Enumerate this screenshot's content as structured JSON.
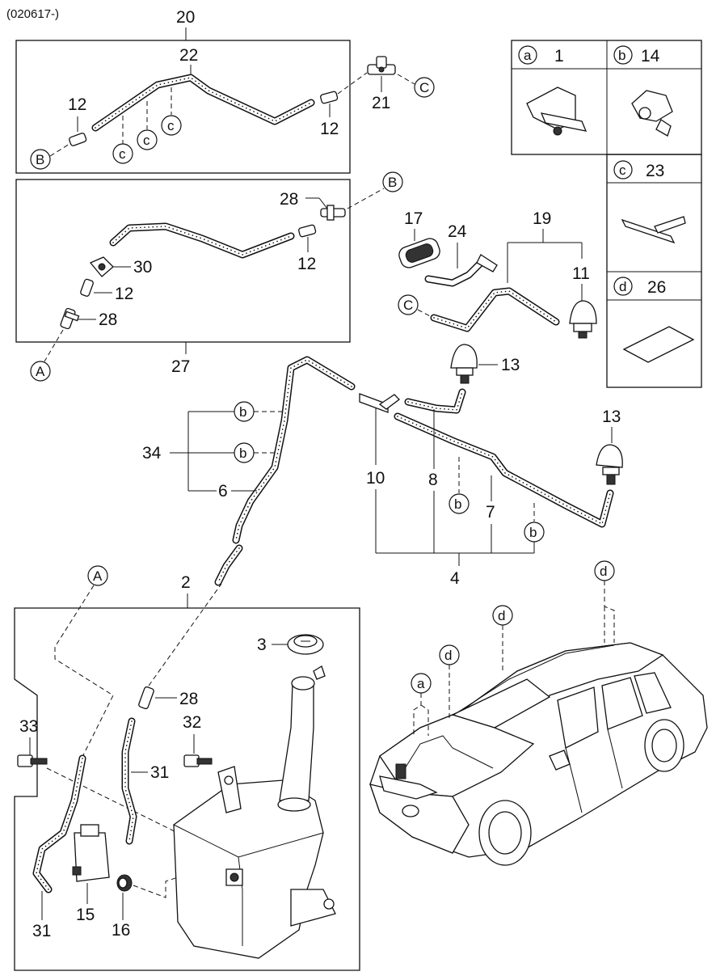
{
  "header": {
    "date_code": "(020617-)"
  },
  "groups": {
    "upper": "20",
    "lower": "27",
    "tank": "2",
    "hose_set": "34",
    "hose_set_b": "4",
    "rear_hose": "19"
  },
  "callouts": {
    "p22": "22",
    "p12a": "12",
    "p12b": "12",
    "p21": "21",
    "p28a": "28",
    "p12c": "12",
    "p30": "30",
    "p12d": "12",
    "p28b": "28",
    "p17": "17",
    "p24": "24",
    "p11": "11",
    "p13a": "13",
    "p13b": "13",
    "p6": "6",
    "p10": "10",
    "p8": "8",
    "p7": "7",
    "p3": "3",
    "p28c": "28",
    "p33": "33",
    "p32": "32",
    "p31a": "31",
    "p31b": "31",
    "p15": "15",
    "p16": "16"
  },
  "refs": {
    "A": "A",
    "B": "B",
    "C": "C",
    "a": "a",
    "b": "b",
    "c": "c",
    "d": "d"
  },
  "legend": {
    "cells": [
      {
        "letter": "a",
        "part": "1"
      },
      {
        "letter": "b",
        "part": "14"
      },
      {
        "letter": "c",
        "part": "23"
      },
      {
        "letter": "d",
        "part": "26"
      }
    ]
  }
}
